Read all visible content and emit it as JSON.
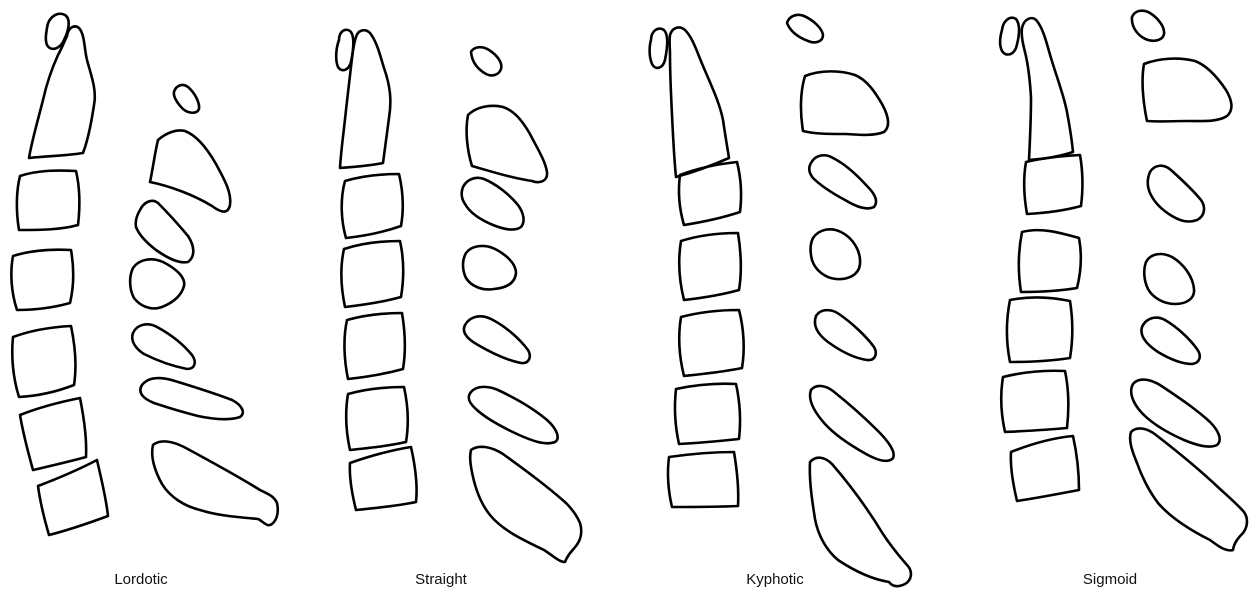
{
  "figure": {
    "panels": [
      {
        "label": "Lordotic"
      },
      {
        "label": "Straight"
      },
      {
        "label": "Kyphotic"
      },
      {
        "label": "Sigmoid"
      }
    ]
  },
  "style": {
    "stroke_color": "#000000",
    "background": "#ffffff"
  }
}
